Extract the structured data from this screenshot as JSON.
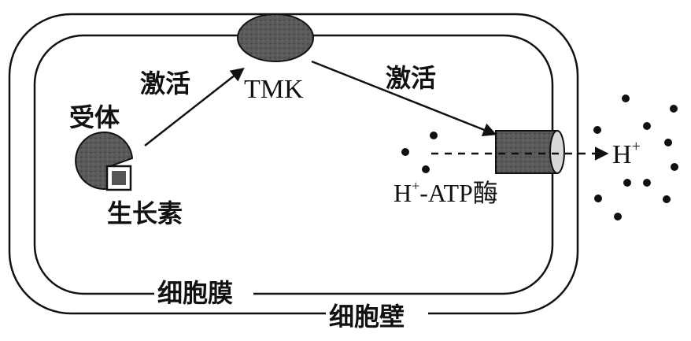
{
  "labels": {
    "receptor": "受体",
    "auxin": "生长素",
    "activate_1": "激活",
    "tmk": "TMK",
    "activate_2": "激活",
    "h_atpase": "-ATP酶",
    "h_atpase_prefix": "H",
    "h_atpase_sup": "+",
    "h_ion": "H",
    "h_ion_sup": "+",
    "cell_membrane": "细胞膜",
    "cell_wall": "细胞壁"
  },
  "colors": {
    "line": "#111111",
    "protein_fill": "#555555",
    "channel_fill": "#4a4a4a",
    "channel_cap": "#d8d8d8",
    "background": "#ffffff"
  }
}
